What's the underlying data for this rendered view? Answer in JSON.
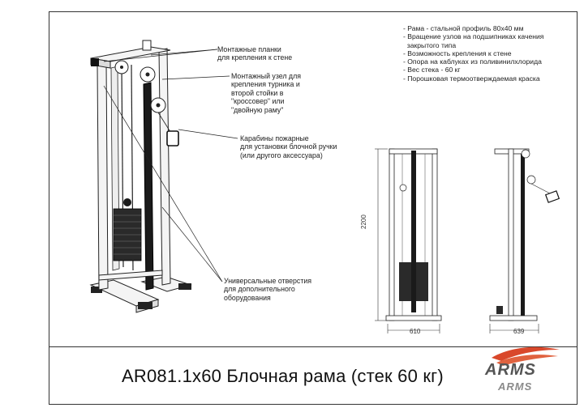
{
  "specs": [
    "- Рама - стальной профиль 80х40 мм",
    "- Вращение узлов на подшипниках качения",
    "  закрытого типа",
    "- Возможность крепления к стене",
    "- Опора на каблуках из поливинилхлорида",
    "- Вес стека - 60 кг",
    "- Порошковая термоотверждаемая краска"
  ],
  "callouts": {
    "wall_mount": [
      "Монтажные планки",
      "для крепления к стене"
    ],
    "mount_node": [
      "Монтажный узел для",
      "крепления турника и",
      "второй стойки в",
      "\"кроссовер\" или",
      "\"двойную раму\""
    ],
    "carabiners": [
      "Карабины пожарные",
      "для установки блочной ручки",
      "(или другого аксессуара)"
    ],
    "holes": [
      "Универсальные отверстия",
      "для дополнительного",
      "оборудования"
    ]
  },
  "dimensions": {
    "height": "2200",
    "width": "610",
    "depth": "639"
  },
  "title": "AR081.1х60 Блочная рама (стек 60 кг)",
  "logo": {
    "brand": "ARMS",
    "sub": "ARMS"
  },
  "colors": {
    "frame_white": "#f4f4f4",
    "outline": "#222222",
    "weights": "#2a2a2a",
    "accent_red": "#d9482b"
  }
}
